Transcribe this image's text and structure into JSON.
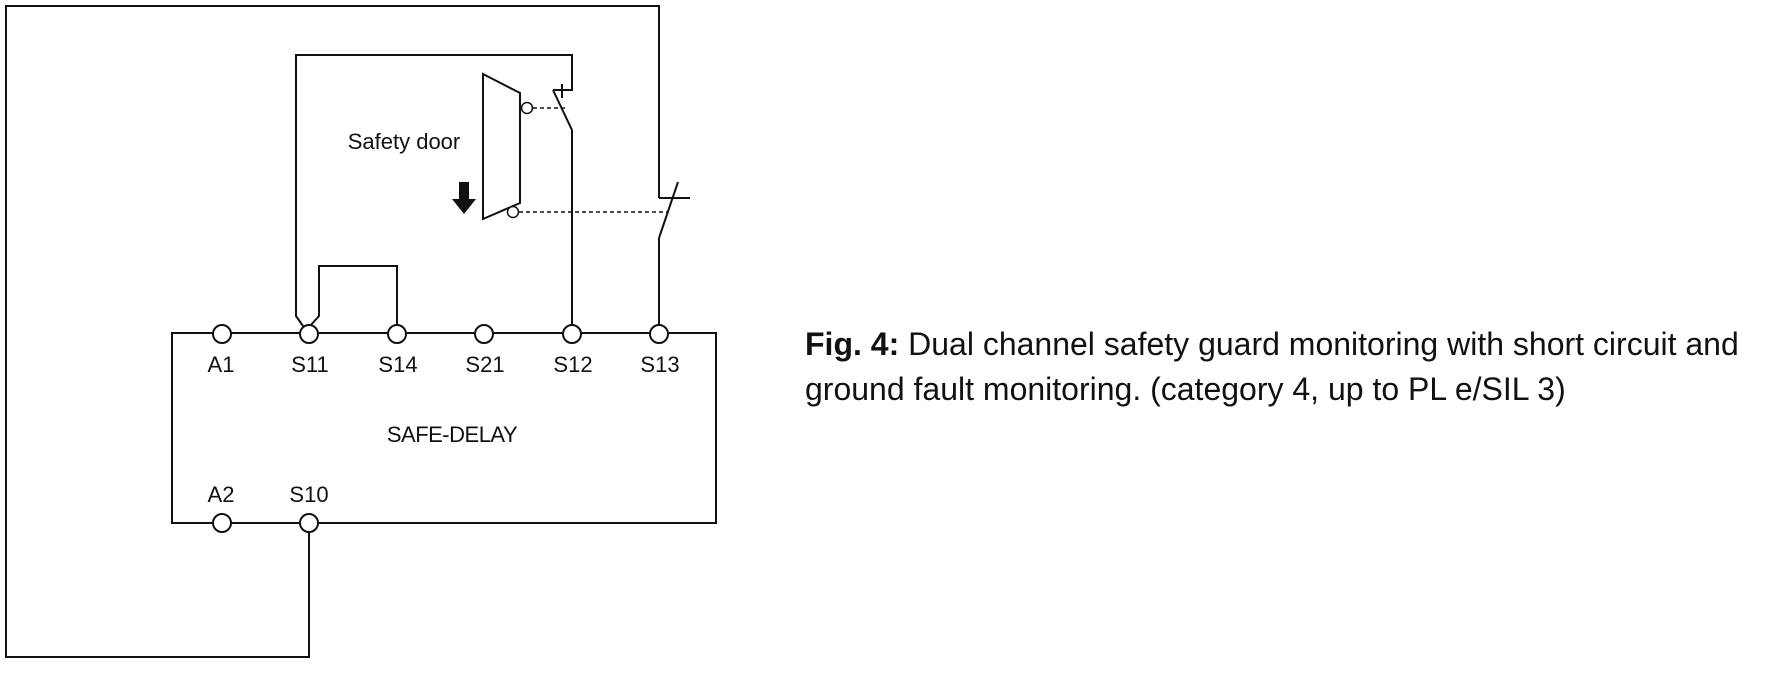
{
  "diagram": {
    "door_label": "Safety door",
    "device_label": "SAFE-DELAY",
    "terminals": {
      "A1": "A1",
      "S11": "S11",
      "S14": "S14",
      "S21": "S21",
      "S12": "S12",
      "S13": "S13",
      "A2": "A2",
      "S10": "S10"
    }
  },
  "caption": {
    "label": "Fig. 4:",
    "text": "Dual channel safety guard monitoring with short circuit and ground fault monitoring. (category 4, up to PL e/SIL 3)"
  }
}
